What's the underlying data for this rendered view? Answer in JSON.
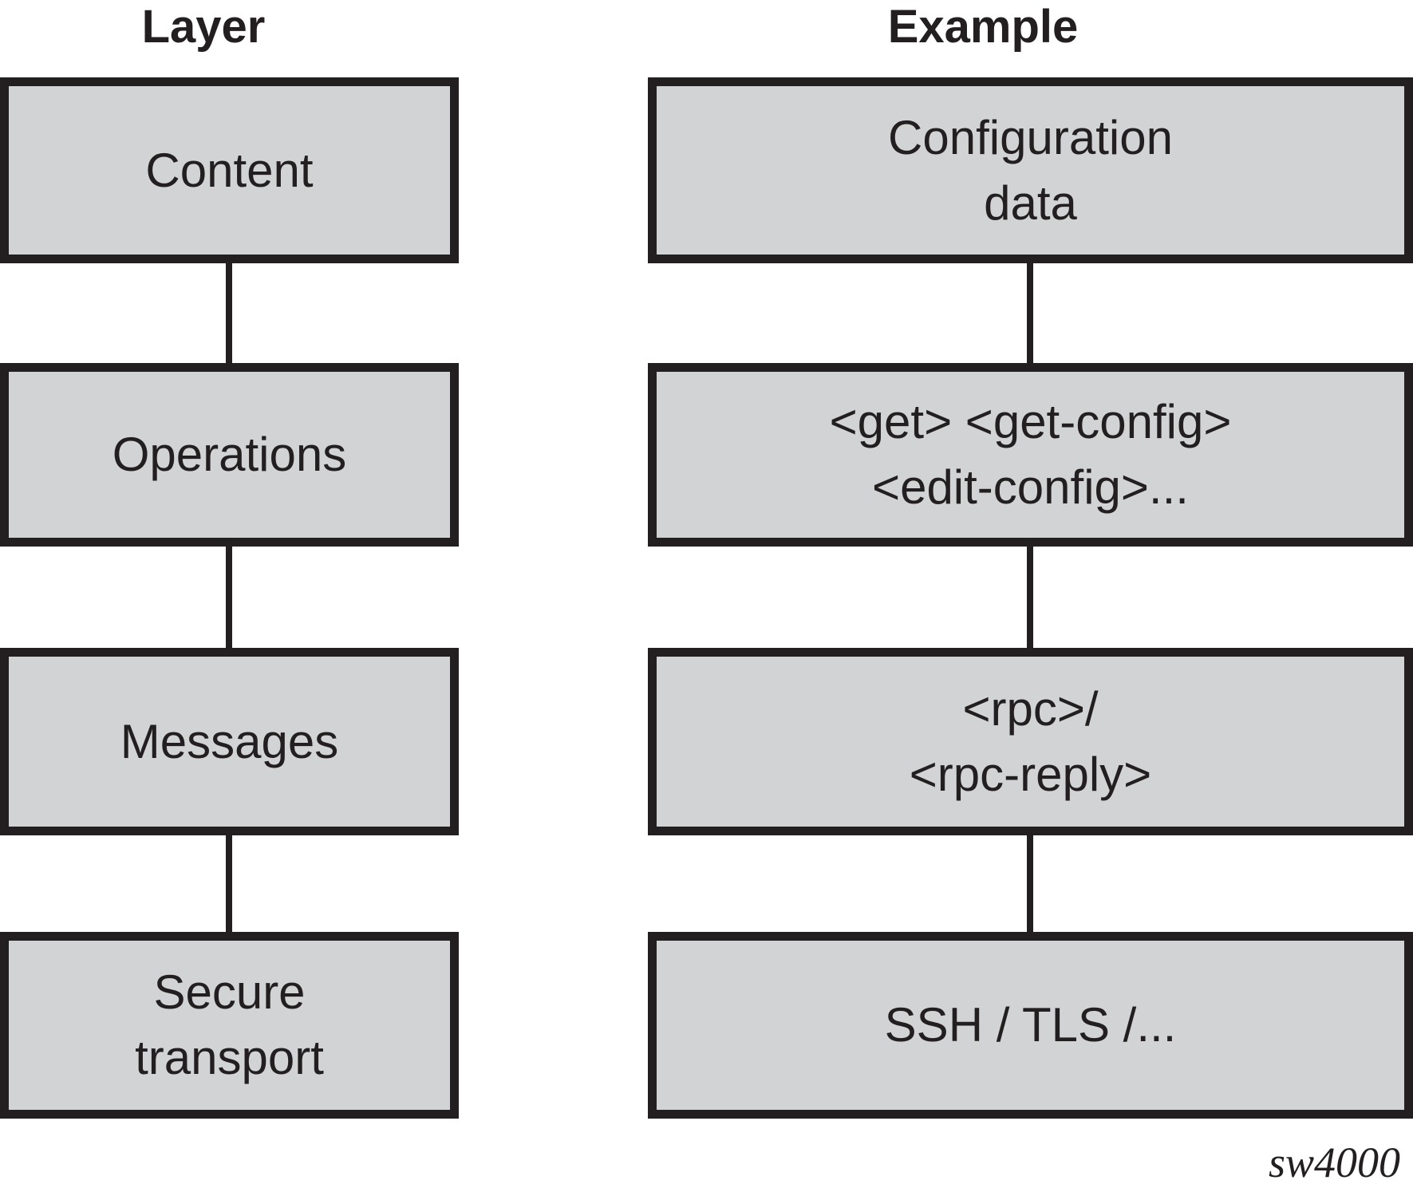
{
  "headers": {
    "layer": "Layer",
    "example": "Example"
  },
  "diagram": {
    "rows": [
      {
        "layer_lines": [
          "Content"
        ],
        "example_lines": [
          "Configuration",
          "data"
        ]
      },
      {
        "layer_lines": [
          "Operations"
        ],
        "example_lines": [
          "<get> <get-config>",
          "<edit-config>..."
        ]
      },
      {
        "layer_lines": [
          "Messages"
        ],
        "example_lines": [
          "<rpc>/",
          "<rpc-reply>"
        ]
      },
      {
        "layer_lines": [
          "Secure",
          "transport"
        ],
        "example_lines": [
          "SSH / TLS /..."
        ]
      }
    ]
  },
  "watermark": "sw4000",
  "colors": {
    "box_fill": "#d1d3d4",
    "box_border": "#231f20",
    "text": "#231f20",
    "background": "#ffffff"
  }
}
